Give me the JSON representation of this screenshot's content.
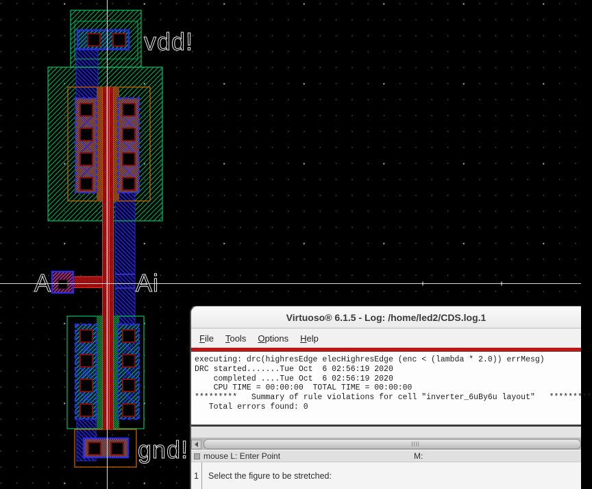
{
  "canvas": {
    "labels": {
      "vdd": "vdd!",
      "input_a": "A",
      "output_ai": "Ai",
      "gnd": "gnd!"
    },
    "colors": {
      "background": "#000000",
      "nwell_green": "#00A04C",
      "ndiff_teal": "#00A8A8",
      "pdiff_mauve": "#A86A6A",
      "metal_blue": "#2B2BD0",
      "poly_red": "#C41414",
      "select_orange": "#D46A00",
      "pin_magenta": "#C23394",
      "contact_outline": "#7A1212",
      "crosshair_white": "#DCDCDC",
      "label_white": "#EDEDED"
    }
  },
  "log_window": {
    "title": "Virtuoso® 6.1.5 - Log: /home/led2/CDS.log.1",
    "menu": {
      "items": [
        {
          "mnemonic": "F",
          "rest": "ile"
        },
        {
          "mnemonic": "T",
          "rest": "ools"
        },
        {
          "mnemonic": "O",
          "rest": "ptions"
        },
        {
          "mnemonic": "H",
          "rest": "elp"
        }
      ]
    },
    "log": {
      "lines": [
        "executing: drc(highresEdge elecHighresEdge (enc < (lambda * 2.0)) errMesg)",
        "DRC started.......Tue Oct  6 02:56:19 2020",
        "    completed ....Tue Oct  6 02:56:19 2020",
        "    CPU TIME = 00:00:00  TOTAL TIME = 00:00:00",
        "*********   Summary of rule violations for cell \"inverter_6uBy6u layout\"   *********",
        "   Total errors found: 0"
      ]
    },
    "status": {
      "mouse_hint": "mouse L: Enter Point",
      "middle_hint": "M:"
    },
    "prompt": {
      "line_number": "1",
      "text": "Select the figure to be stretched:"
    }
  }
}
